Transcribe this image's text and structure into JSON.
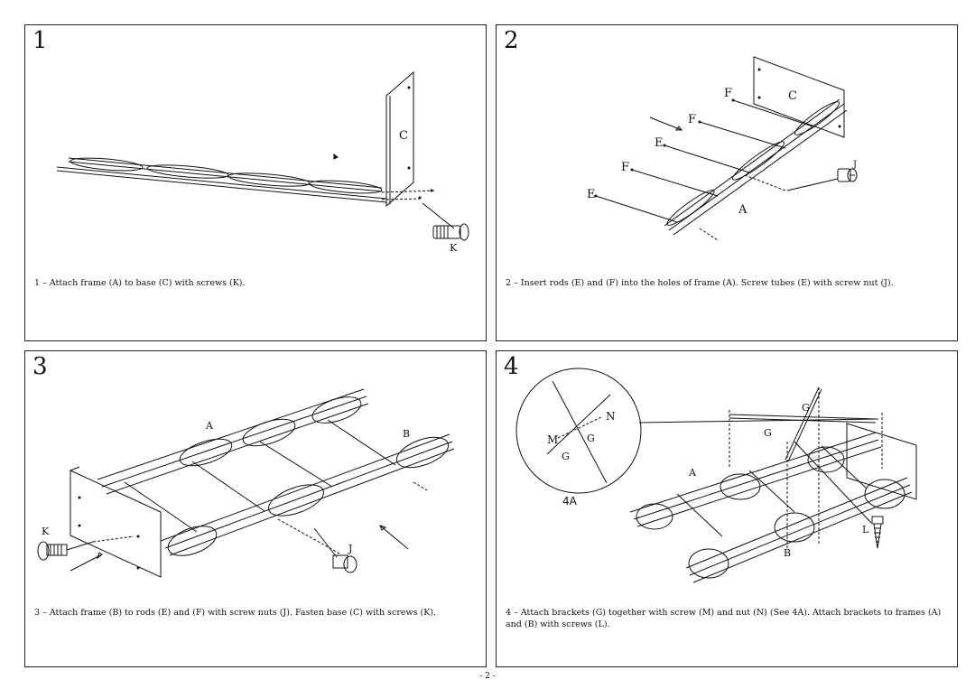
{
  "steps": [
    {
      "number": "1",
      "caption": "1 – Attach frame (A) to base (C) with screws (K).",
      "labels": {
        "c": "C",
        "k": "K"
      }
    },
    {
      "number": "2",
      "caption": "2 – Insert rods (E) and (F) into the holes of frame (A).  Screw tubes (E) with screw nut (J).",
      "labels": {
        "f1": "F",
        "c": "C",
        "f2": "F",
        "e1": "E",
        "f3": "F",
        "e2": "E",
        "a": "A",
        "j": "J"
      }
    },
    {
      "number": "3",
      "caption": "3 – Attach frame (B) to rods (E) and (F) with screw nuts (J). Fasten base (C) with screws (K).",
      "labels": {
        "a": "A",
        "b": "B",
        "k": "K",
        "j": "J"
      }
    },
    {
      "number": "4",
      "caption": "4 – Attach brackets (G) together with screw (M) and nut (N) (See 4A). Attach brackets to frames (A) and (B) with screws (L).",
      "labels": {
        "n": "N",
        "m": "M",
        "g1": "G",
        "g2": "G",
        "detail": "4A",
        "g3": "G",
        "g4": "G",
        "a": "A",
        "b": "B",
        "l": "L"
      }
    }
  ],
  "page_number": "- 2 -"
}
